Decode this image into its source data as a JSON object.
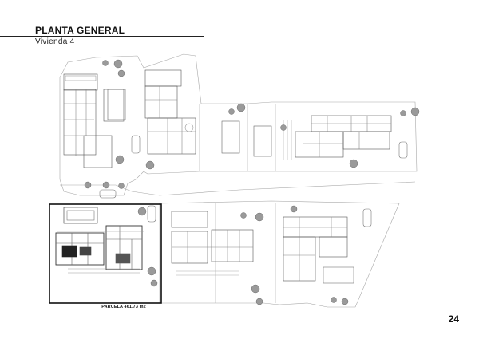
{
  "header": {
    "title": "PLANTA GENERAL",
    "subtitle": "Vivienda 4"
  },
  "plan": {
    "plot_label": "PARCELA 461.73 m2"
  },
  "footer": {
    "page_number": "24"
  },
  "colors": {
    "ink": "#111111",
    "line": "#9a9a9a",
    "tree": "#777777"
  }
}
